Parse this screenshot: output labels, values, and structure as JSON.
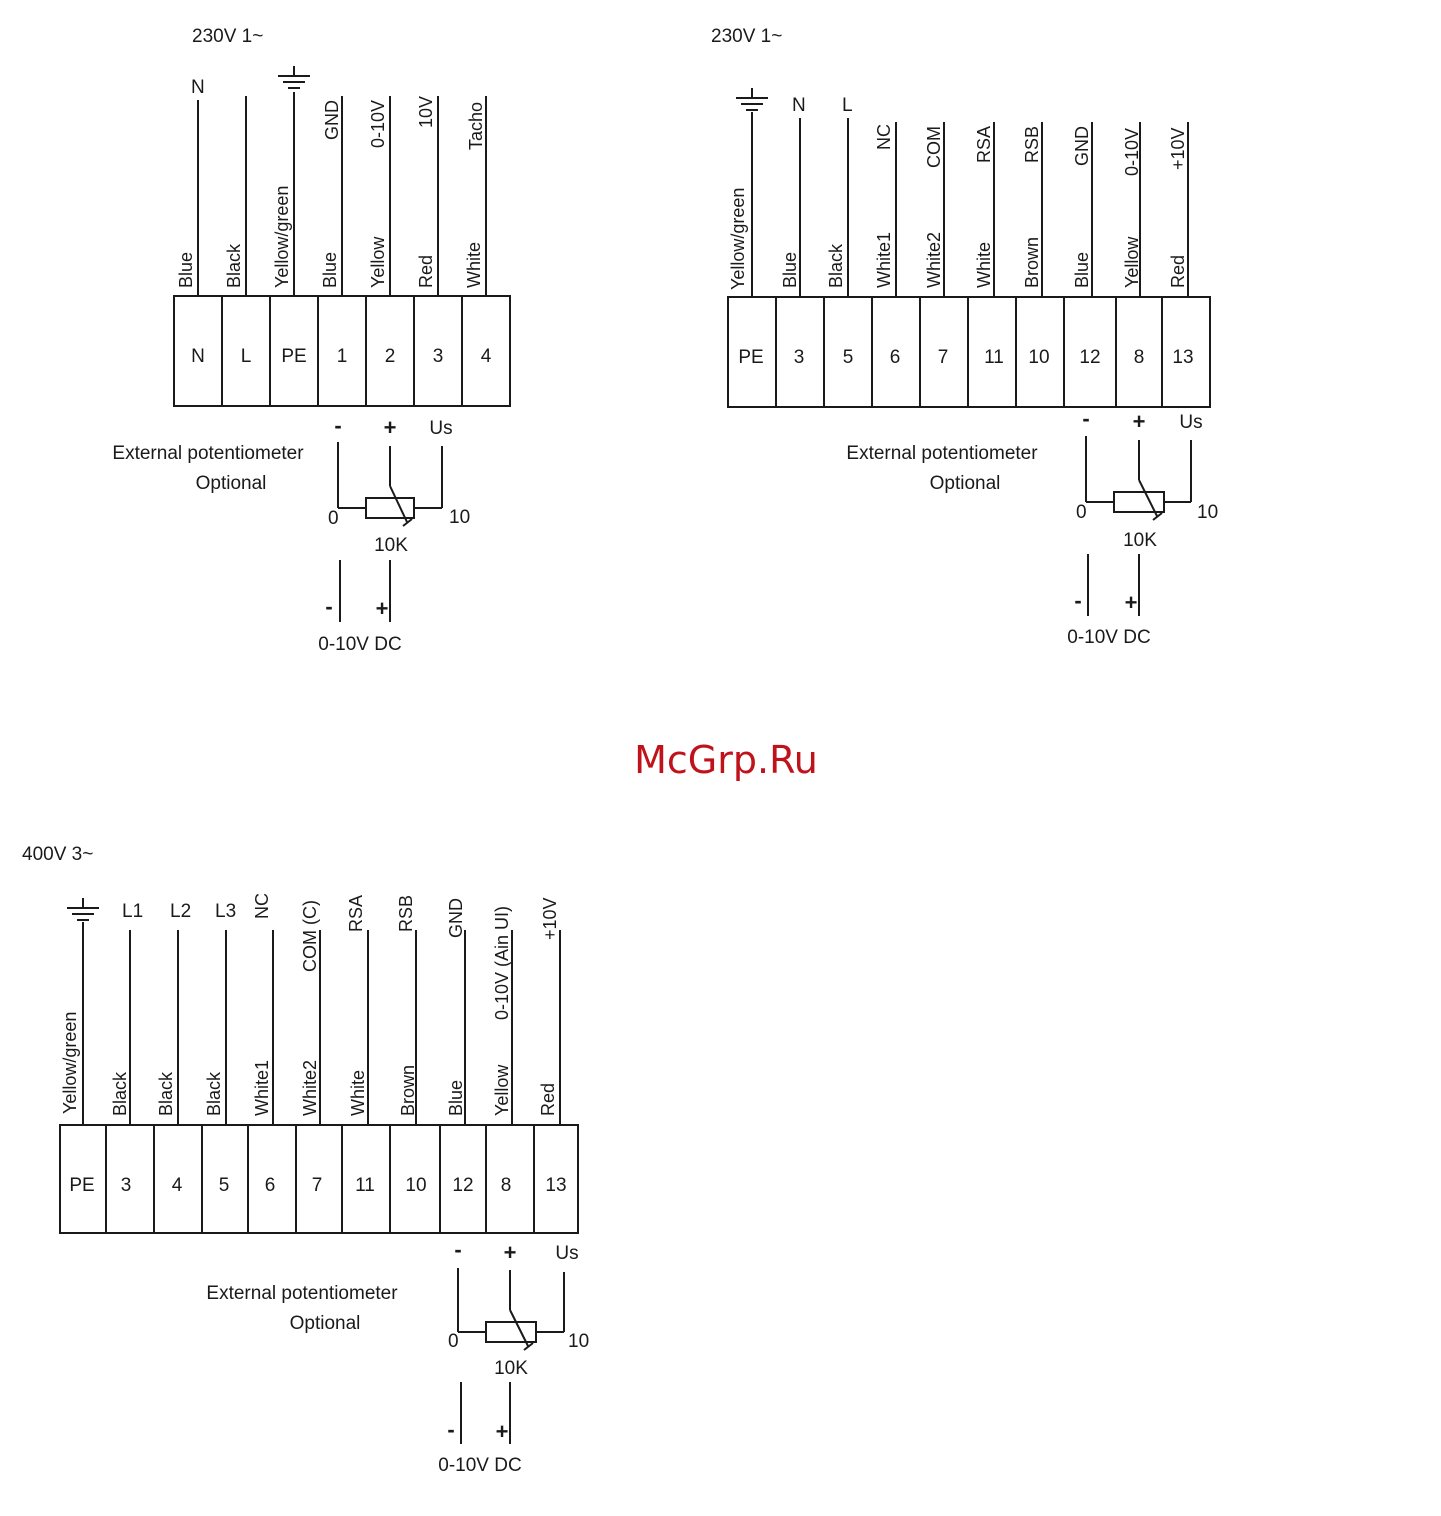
{
  "watermark": "McGrp.Ru",
  "watermark_color": "#c0121b",
  "diagrams": [
    {
      "title": "230V 1~",
      "top_labels": [
        "N",
        "",
        "",
        "GND",
        "0-10V",
        "10V",
        "Tacho"
      ],
      "wire_colors": [
        "Blue",
        "Black",
        "Yellow/green",
        "Blue",
        "Yellow",
        "Red",
        "White"
      ],
      "terminals": [
        "N",
        "L",
        "PE",
        "1",
        "2",
        "3",
        "4"
      ],
      "potentiometer": {
        "minus": "-",
        "plus": "+",
        "us": "Us",
        "zero": "0",
        "ten": "10",
        "resistance": "10K",
        "caption_line1": "External potentiometer",
        "caption_line2": "Optional",
        "output_minus": "-",
        "output_plus": "+",
        "output_label": "0-10V DC"
      }
    },
    {
      "title": "230V 1~",
      "top_labels": [
        "",
        "N",
        "L",
        "NC",
        "COM",
        "RSA",
        "RSB",
        "GND",
        "0-10V",
        "+10V"
      ],
      "wire_colors": [
        "Yellow/green",
        "Blue",
        "Black",
        "White1",
        "White2",
        "White",
        "Brown",
        "Blue",
        "Yellow",
        "Red"
      ],
      "terminals": [
        "PE",
        "3",
        "5",
        "6",
        "7",
        "11",
        "10",
        "12",
        "8",
        "13"
      ],
      "potentiometer": {
        "minus": "-",
        "plus": "+",
        "us": "Us",
        "zero": "0",
        "ten": "10",
        "resistance": "10K",
        "caption_line1": "External potentiometer",
        "caption_line2": "Optional",
        "output_minus": "-",
        "output_plus": "+",
        "output_label": "0-10V DC"
      }
    },
    {
      "title": "400V 3~",
      "top_labels": [
        "",
        "L1",
        "L2",
        "L3",
        "NC",
        "COM (C)",
        "RSA",
        "RSB",
        "GND",
        "0-10V (Ain UI)",
        "+10V"
      ],
      "wire_colors": [
        "Yellow/green",
        "Black",
        "Black",
        "Black",
        "White1",
        "White2",
        "White",
        "Brown",
        "Blue",
        "Yellow",
        "Red"
      ],
      "terminals": [
        "PE",
        "3",
        "4",
        "5",
        "6",
        "7",
        "11",
        "10",
        "12",
        "8",
        "13"
      ],
      "potentiometer": {
        "minus": "-",
        "plus": "+",
        "us": "Us",
        "zero": "0",
        "ten": "10",
        "resistance": "10K",
        "caption_line1": "External potentiometer",
        "caption_line2": "Optional",
        "output_minus": "-",
        "output_plus": "+",
        "output_label": "0-10V DC"
      }
    }
  ]
}
